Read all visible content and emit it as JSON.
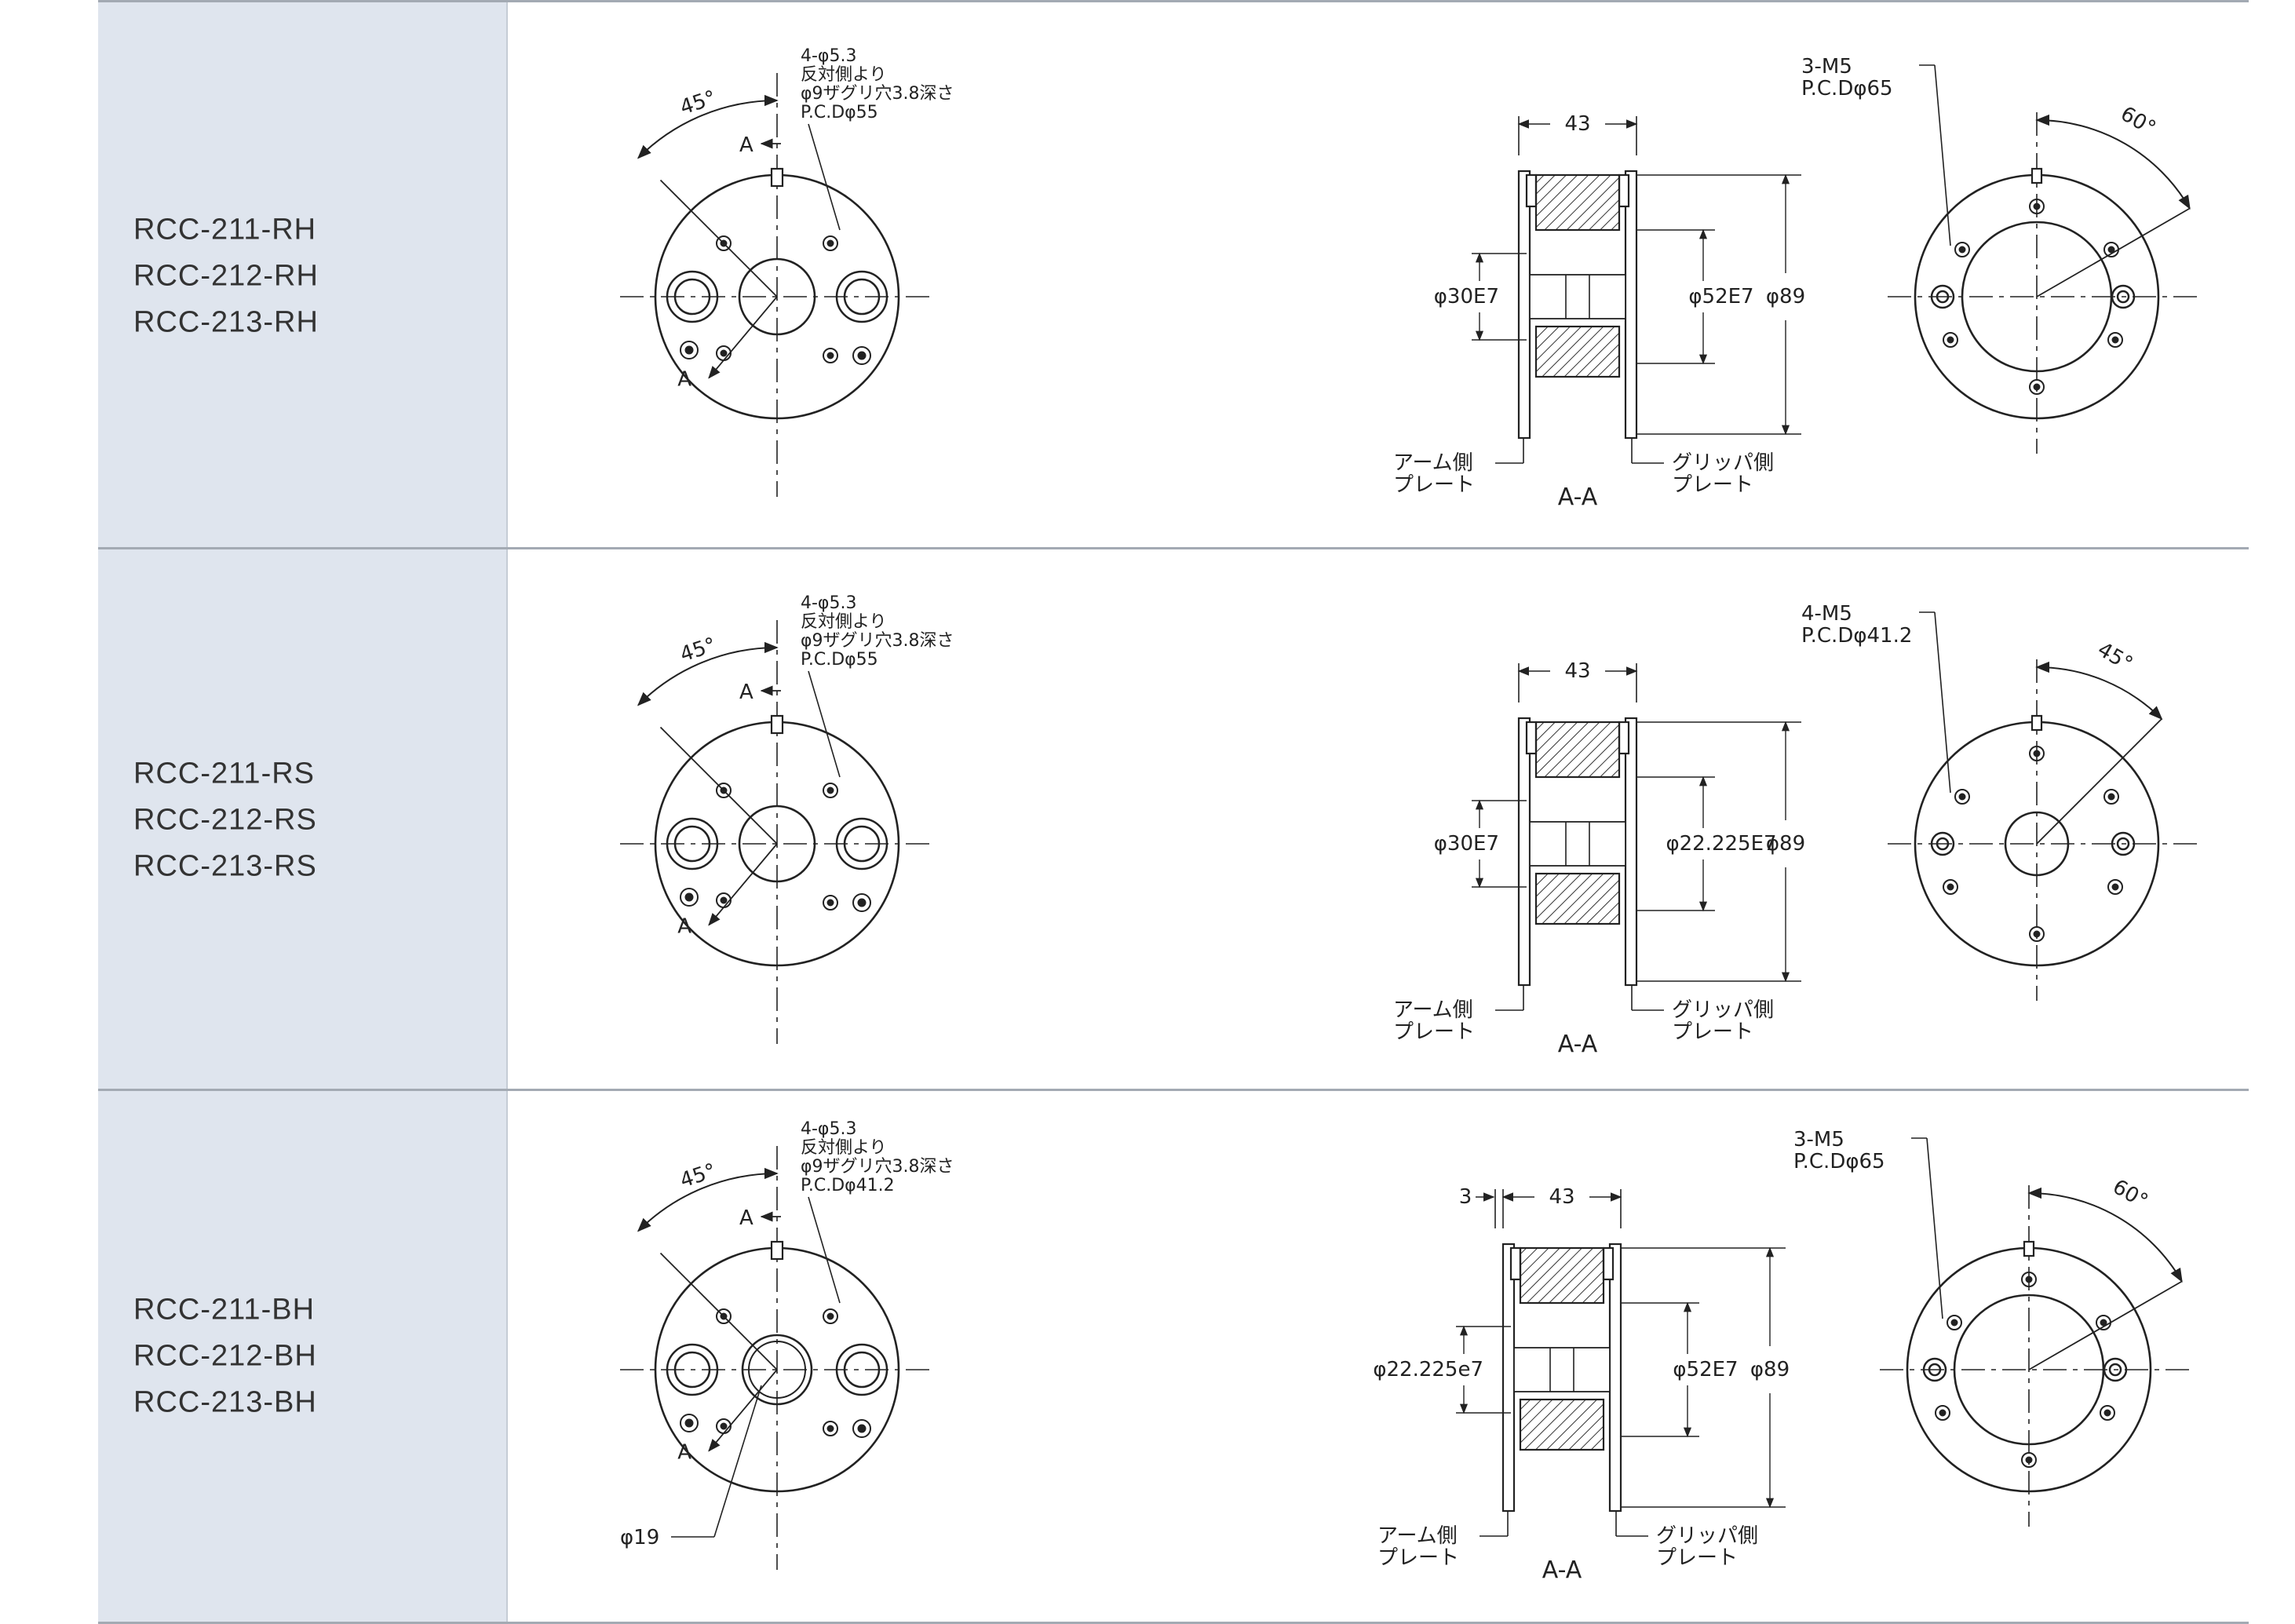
{
  "rows": [
    {
      "models": [
        "RCC-211-RH",
        "RCC-212-RH",
        "RCC-213-RH"
      ],
      "front": {
        "note": [
          "4-φ5.3",
          "反対側より",
          "φ9ザグリ穴3.8深さ",
          "P.C.Dφ55"
        ],
        "angle": "45°",
        "section_label": "A",
        "bore_note": ""
      },
      "section": {
        "width_dim": "43",
        "offset_dim": "",
        "left_dia": "φ30E7",
        "inner_dia": "φ52E7",
        "outer_dia": "φ89",
        "arm_plate": [
          "アーム側",
          "プレート"
        ],
        "gripper_plate": [
          "グリッパ側",
          "プレート"
        ],
        "title": "A-A"
      },
      "back": {
        "note": [
          "3-M5",
          "P.C.Dφ65"
        ],
        "angle": "60°"
      }
    },
    {
      "models": [
        "RCC-211-RS",
        "RCC-212-RS",
        "RCC-213-RS"
      ],
      "front": {
        "note": [
          "4-φ5.3",
          "反対側より",
          "φ9ザグリ穴3.8深さ",
          "P.C.Dφ55"
        ],
        "angle": "45°",
        "section_label": "A",
        "bore_note": ""
      },
      "section": {
        "width_dim": "43",
        "offset_dim": "",
        "left_dia": "φ30E7",
        "inner_dia": "φ22.225E7",
        "outer_dia": "φ89",
        "arm_plate": [
          "アーム側",
          "プレート"
        ],
        "gripper_plate": [
          "グリッパ側",
          "プレート"
        ],
        "title": "A-A"
      },
      "back": {
        "note": [
          "4-M5",
          "P.C.Dφ41.2"
        ],
        "angle": "45°"
      }
    },
    {
      "models": [
        "RCC-211-BH",
        "RCC-212-BH",
        "RCC-213-BH"
      ],
      "front": {
        "note": [
          "4-φ5.3",
          "反対側より",
          "φ9ザグリ穴3.8深さ",
          "P.C.Dφ41.2"
        ],
        "angle": "45°",
        "section_label": "A",
        "bore_note": "φ19"
      },
      "section": {
        "width_dim": "43",
        "offset_dim": "3",
        "left_dia": "φ22.225e7",
        "inner_dia": "φ52E7",
        "outer_dia": "φ89",
        "arm_plate": [
          "アーム側",
          "プレート"
        ],
        "gripper_plate": [
          "グリッパ側",
          "プレート"
        ],
        "title": "A-A"
      },
      "back": {
        "note": [
          "3-M5",
          "P.C.Dφ65"
        ],
        "angle": "60°"
      }
    }
  ]
}
